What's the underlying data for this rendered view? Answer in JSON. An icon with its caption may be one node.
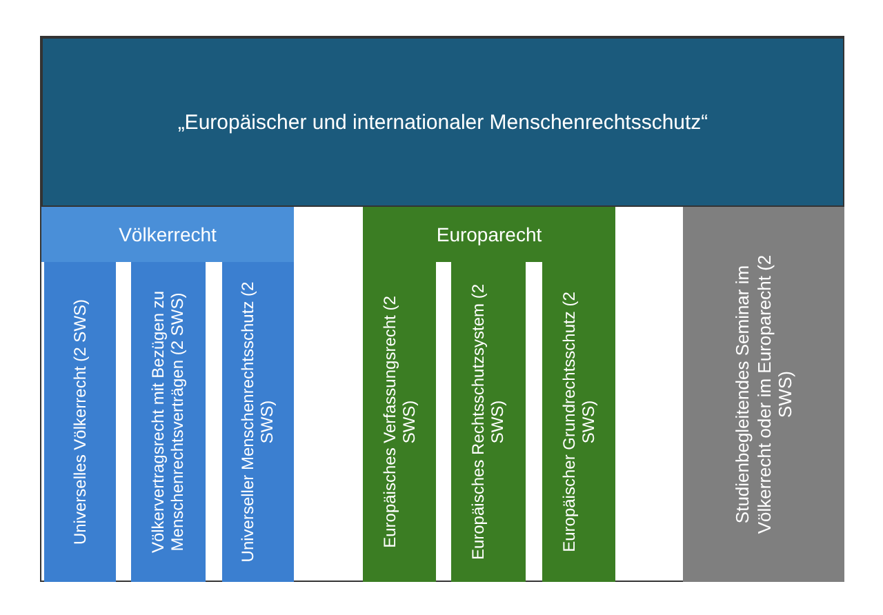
{
  "diagram": {
    "nodes": [
      {
        "text": [
          "„Europäischer und internationaler Menschenrechtsschutz“"
        ]
      },
      {
        "text": [
          "Völkerrecht"
        ]
      },
      {
        "text": [
          "Universelles Völkerrecht (2 SWS)"
        ]
      },
      {
        "text": [
          "Völkervertragsrecht mit Bezügen zu Menschenrechtsverträgen (2 SWS)"
        ]
      },
      {
        "text": [
          "Universeller Menschenrechtsschutz (2 SWS)"
        ]
      },
      {
        "text": [
          "Europarecht"
        ]
      },
      {
        "text": [
          "Europäisches Verfassungsrecht (2 SWS)"
        ]
      },
      {
        "text": [
          "Europäisches Rechtsschutzsystem (2 SWS)"
        ]
      },
      {
        "text": [
          "Europäischer Grundrechtsschutz (2 SWS)"
        ]
      },
      {
        "text": [
          "Studienbegleitendes Seminar im Völkerrecht oder im Europarecht (2 SWS)"
        ]
      }
    ]
  }
}
